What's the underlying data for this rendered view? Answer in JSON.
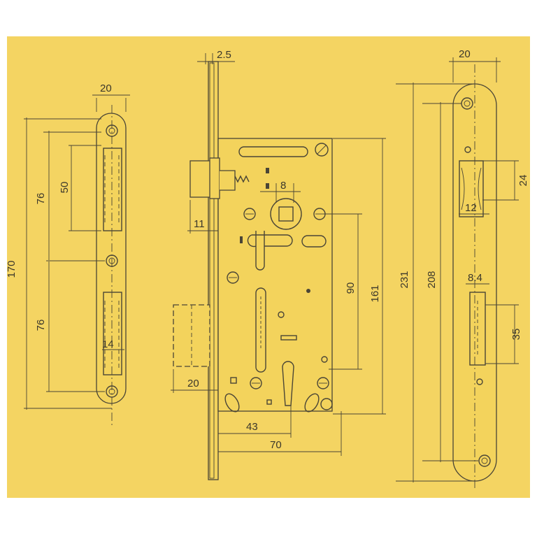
{
  "diagram": {
    "colors": {
      "background": "#f4d462",
      "line": "#4a4536",
      "page": "#ffffff"
    },
    "left_strike_plate": {
      "dims": {
        "width": "20",
        "total": "170",
        "upper": "76",
        "lower": "76",
        "slot": "50",
        "latch_window": "14"
      }
    },
    "lock_body": {
      "dims": {
        "faceplate": "2.5",
        "spindle": "8",
        "latch_depth": "11",
        "deadbolt": "20",
        "center": "90",
        "body_height": "161",
        "backset": "43",
        "depth": "70"
      }
    },
    "right_faceplate": {
      "dims": {
        "width": "20",
        "total": "231",
        "screws": "208",
        "upper_window": "24",
        "upper_width": "12",
        "lower_window_width": "8.4",
        "lower_window": "35"
      }
    }
  }
}
